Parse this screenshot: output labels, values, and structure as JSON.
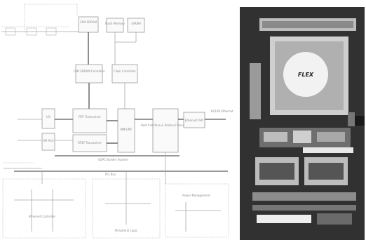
{
  "colors": {
    "line": "#a9a9a9",
    "box": "#9a9a9a",
    "photo_bg": "#2d2d2d",
    "chip": "#c8c8c8"
  },
  "blocks": {
    "sdram_top": "16M SDRAM",
    "flash_memory": "Flash Memory",
    "sram": "sSRAM",
    "sdram_ctrl": "16M SDRAM Controller",
    "flash_ctrl": "Flash Controller",
    "rtp_transceiver": "RTP Transceiver",
    "rtsp_transceiver": "RTSP Transceiver",
    "mmu": "MMU/PIF",
    "host_interface": "Host Interface & Protocol Processor",
    "ethernet_phy": "Ethernet PHY",
    "ethernet_out": "10/100 Ethernet",
    "io_a": "I/O",
    "io_b": "SPI Port",
    "sopc_bus": "SOPC Builder System",
    "pci_bus": "PCI Bus",
    "sub_left": "Ethernet Controller",
    "sub_mid": "Peripheral Logic",
    "sub_right": "Power Management"
  },
  "photo": {
    "chip_logo": "FLEX"
  }
}
